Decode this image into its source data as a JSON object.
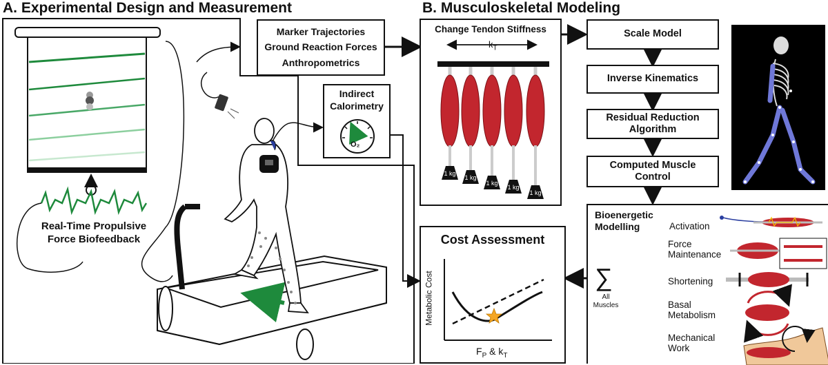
{
  "section_a": {
    "title": "A. Experimental Design and Measurement"
  },
  "section_b": {
    "title": "B. Musculoskeletal Modeling"
  },
  "measurements": [
    "Marker Trajectories",
    "Ground Reaction Forces",
    "Anthropometrics"
  ],
  "calorimetry": {
    "title_line1": "Indirect",
    "title_line2": "Calorimetry",
    "gauge_label": "O₂"
  },
  "biofeedback": {
    "line1": "Real-Time Propulsive",
    "line2": "Force Biofeedback"
  },
  "tendon": {
    "title": "Change Tendon Stiffness",
    "kt_label": "k",
    "kt_sub": "T",
    "weight_labels": [
      "1 kg",
      "1 kg",
      "1 kg",
      "1 kg",
      "1 kg"
    ]
  },
  "pipeline": [
    "Scale Model",
    "Inverse Kinematics",
    "Residual Reduction Algorithm",
    "Computed Muscle Control"
  ],
  "bioenergetic": {
    "title_line1": "Bioenergetic",
    "title_line2": "Modelling",
    "sigma": "∑",
    "sum_label_line1": "All",
    "sum_label_line2": "Muscles",
    "components": [
      "Activation",
      "Force Maintenance",
      "Shortening",
      "Basal Metabolism",
      "Mechanical Work"
    ]
  },
  "cost": {
    "title": "Cost Assessment",
    "ylabel": "Metabolic Cost",
    "xlabel_main": "F",
    "xlabel_sub1": "P",
    "xlabel_mid": " & k",
    "xlabel_sub2": "T"
  },
  "colors": {
    "muscle": "#c2262e",
    "feedback_green": "#1e8a3c",
    "star": "#f5a623",
    "skeleton_blue": "#6f78d8"
  }
}
